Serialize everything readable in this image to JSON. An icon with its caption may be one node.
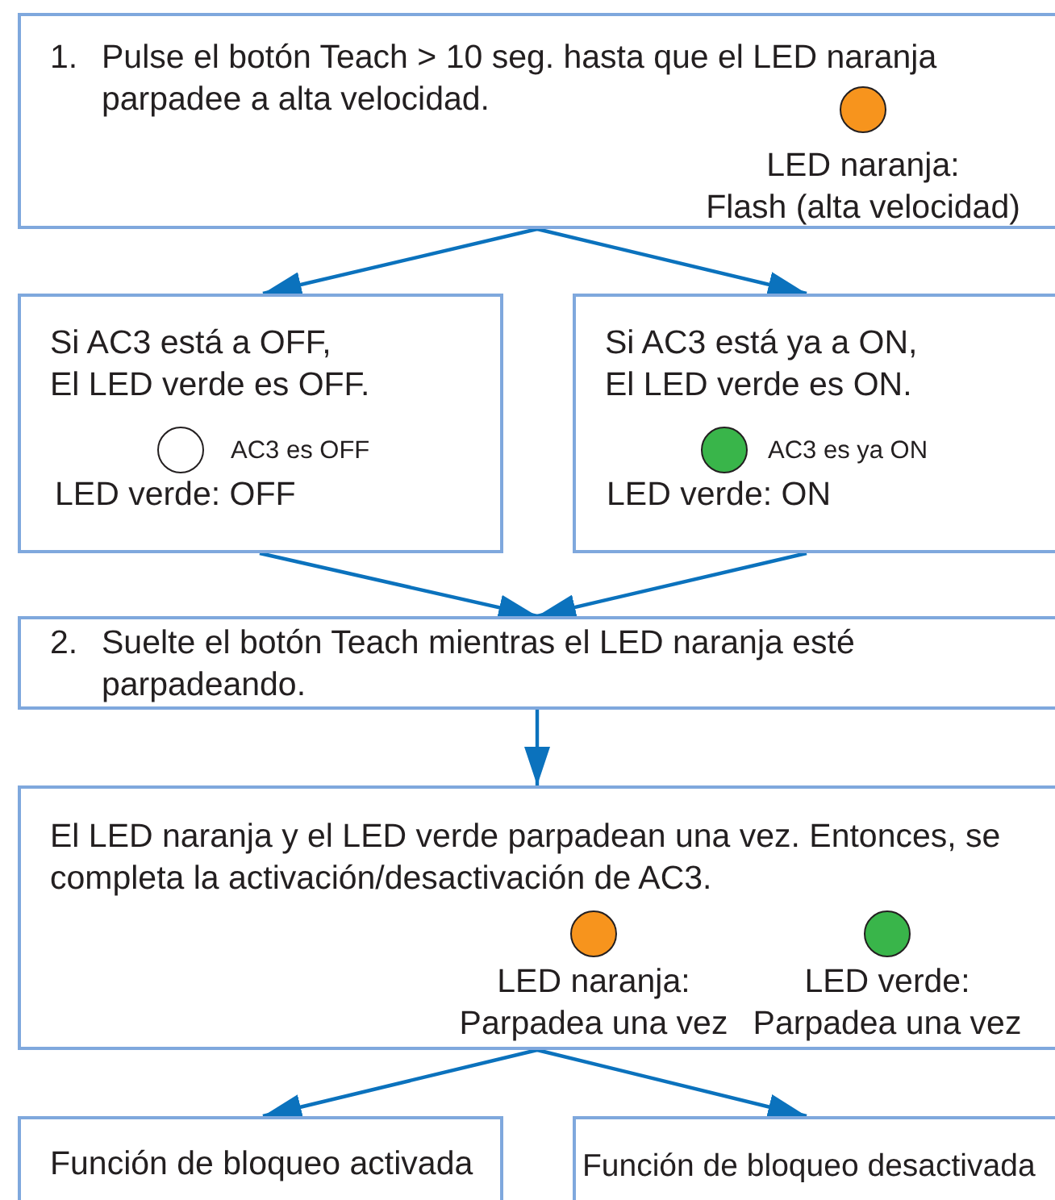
{
  "diagram": {
    "nodes": [
      {
        "text": [
          "1. Pulse el botón Teach > 10 seg. hasta que el LED naranja parpadee a alta velocidad.",
          "LED naranja: Flash (alta velocidad)"
        ]
      },
      {
        "text": [
          "Si AC3 está a OFF, El LED verde es OFF.",
          "AC3 es OFF",
          "LED verde: OFF"
        ]
      },
      {
        "text": [
          "Si AC3 está ya a ON, El LED verde es ON.",
          "AC3 es ya ON",
          "LED verde: ON"
        ]
      },
      {
        "text": [
          "2. Suelte el botón Teach mientras el LED naranja esté parpadeando."
        ]
      },
      {
        "text": [
          "El LED naranja y el LED verde parpadean una vez. Entonces, se completa la activación/desactivación de AC3.",
          "LED naranja: Parpadea una vez",
          "LED verde: Parpadea una vez"
        ]
      },
      {
        "text": [
          "Función de bloqueo activada"
        ]
      },
      {
        "text": [
          "Función de bloqueo desactivada"
        ]
      }
    ],
    "edges": [
      {
        "from": 0,
        "to": 1,
        "arrow": "to"
      },
      {
        "from": 0,
        "to": 2,
        "arrow": "to"
      },
      {
        "from": 1,
        "to": 3,
        "arrow": "to"
      },
      {
        "from": 2,
        "to": 3,
        "arrow": "to"
      },
      {
        "from": 3,
        "to": 4,
        "arrow": "to"
      },
      {
        "from": 4,
        "to": 5,
        "arrow": "to"
      },
      {
        "from": 4,
        "to": 6,
        "arrow": "to"
      }
    ]
  }
}
